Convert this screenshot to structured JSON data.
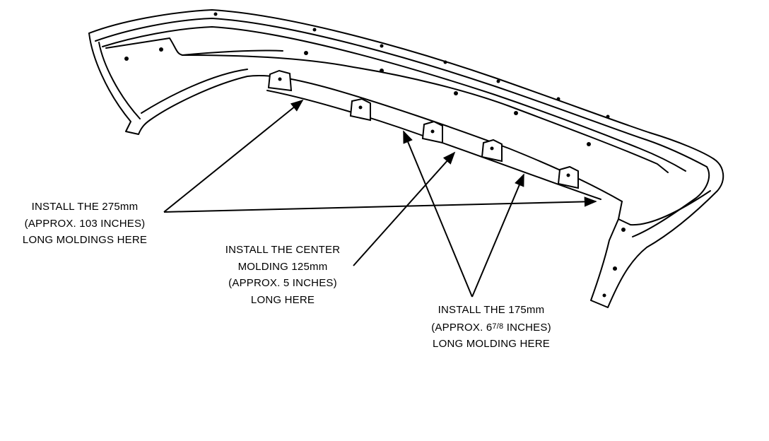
{
  "figure": {
    "part": "rear-bumper-fascia",
    "line_color": "#000000",
    "background": "#ffffff"
  },
  "callouts": {
    "long_moldings": {
      "line1": "INSTALL THE 275mm",
      "line2": "(APPROX. 103 INCHES)",
      "line3": "LONG MOLDINGS HERE"
    },
    "center_molding": {
      "line1": "INSTALL THE CENTER",
      "line2": "MOLDING 125mm",
      "line3": "(APPROX. 5 INCHES)",
      "line4": "LONG HERE"
    },
    "side_molding": {
      "line1": "INSTALL THE 175mm",
      "line2_pre": "(APPROX. 6",
      "line2_frac": "7/8",
      "line2_post": " INCHES)",
      "line3": "LONG MOLDING HERE"
    }
  }
}
